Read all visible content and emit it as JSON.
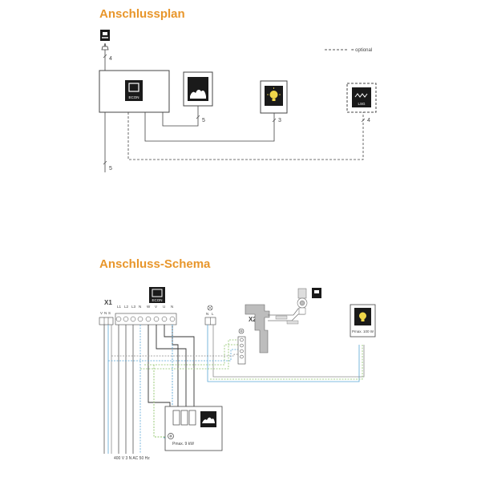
{
  "plan": {
    "title": "Anschlussplan",
    "legend": "= optional",
    "unit_labels": {
      "econ": "ECON",
      "lsg": "LSG"
    },
    "wire_numbers": {
      "top": "4",
      "bottom": "5",
      "heater": "5",
      "light": "3",
      "lsg": "4"
    }
  },
  "schema": {
    "title": "Anschluss-Schema",
    "x1": "X1",
    "x2": "X2",
    "econ": "ECON",
    "terminals_a": [
      "V",
      "N",
      "S"
    ],
    "terminals_b": [
      "L1",
      "L2",
      "L3",
      "N",
      "W",
      "V",
      "U",
      "N"
    ],
    "terminals_c": [
      "N",
      "L"
    ],
    "supply": "400 V 3 N AC 50 Hz",
    "heater_power": "Pmax. 9 kW",
    "light_power": "Pmax. 100 W",
    "sensor_label_1": "",
    "sensor_label_2": ""
  }
}
